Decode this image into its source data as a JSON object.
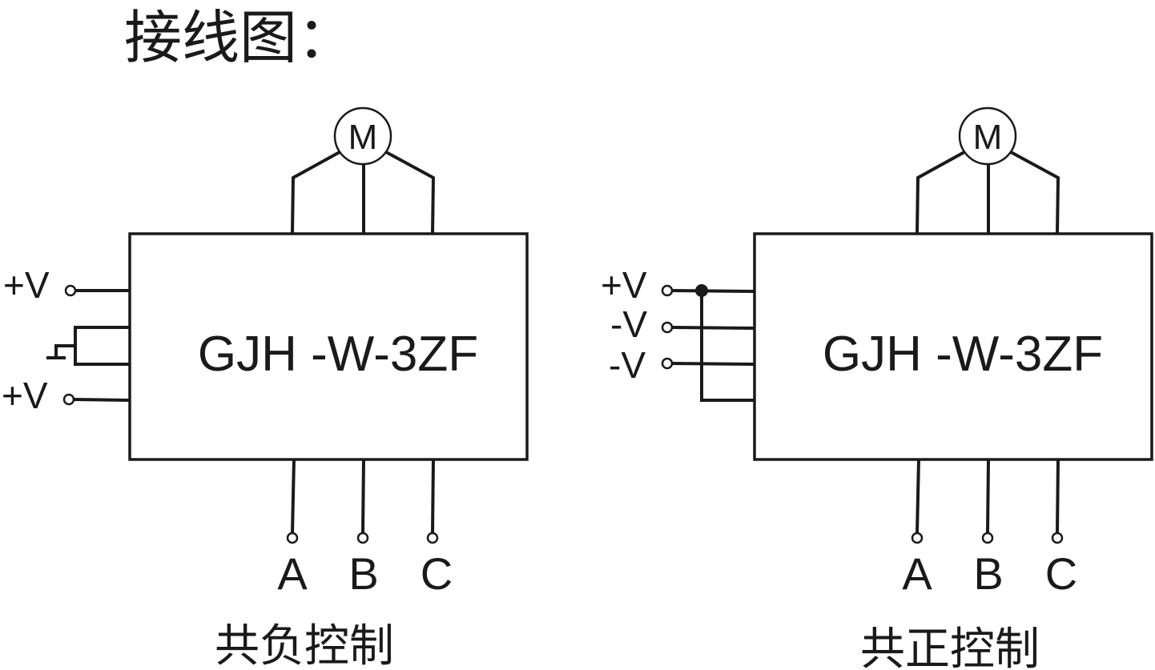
{
  "title": "接线图：",
  "diagrams": [
    {
      "id": "common-negative",
      "caption": "共负控制",
      "module_label": "GJH  -W-3ZF",
      "motor_label": "M",
      "outputs": [
        "A",
        "B",
        "C"
      ],
      "inputs": [
        "+V",
        "+V"
      ],
      "switch_symbol": "switch"
    },
    {
      "id": "common-positive",
      "caption": "共正控制",
      "module_label": "GJH  -W-3ZF",
      "motor_label": "M",
      "outputs": [
        "A",
        "B",
        "C"
      ],
      "inputs": [
        "+V",
        "-V",
        "-V"
      ]
    }
  ],
  "colors": {
    "line": "#1a1a1a",
    "background": "#ffffff"
  }
}
